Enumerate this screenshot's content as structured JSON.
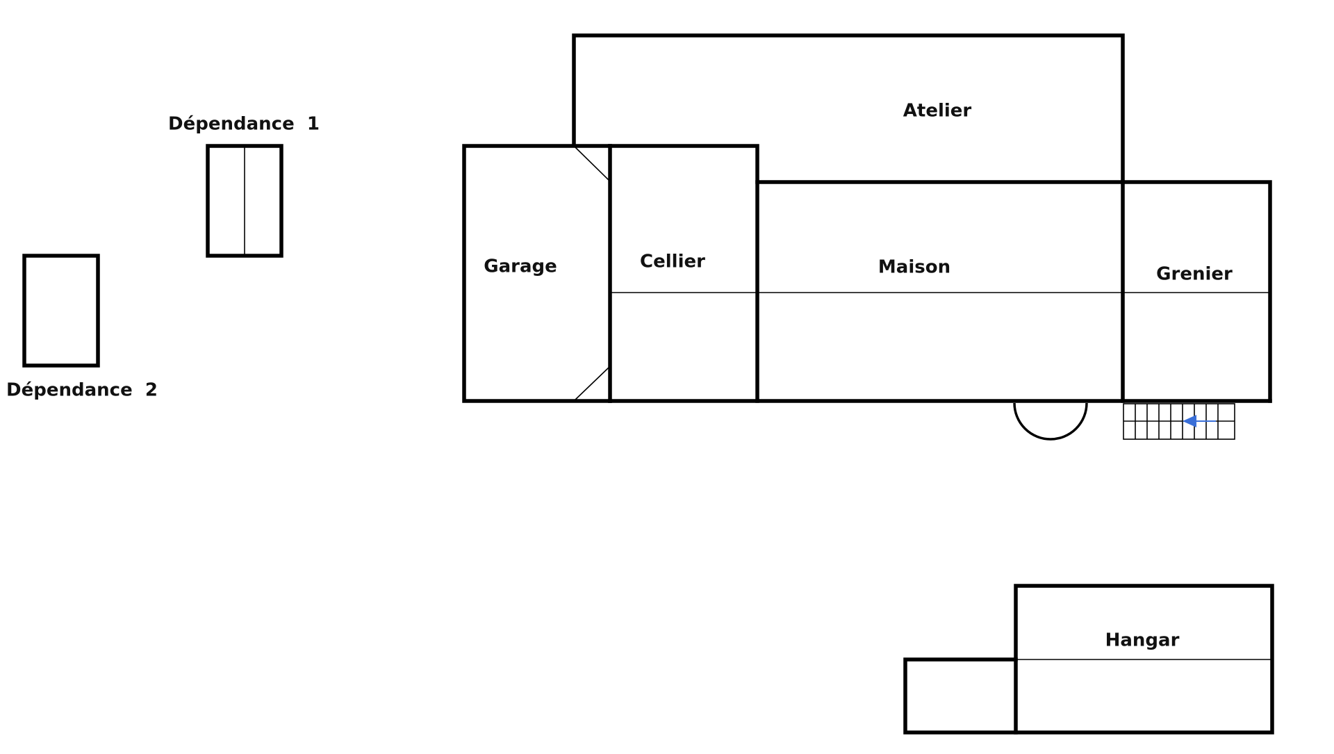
{
  "labels": {
    "atelier": "Atelier",
    "garage": "Garage",
    "cellier": "Cellier",
    "maison": "Maison",
    "grenier": "Grenier",
    "hangar": "Hangar",
    "dependance1": "Dépendance  1",
    "dependance2": "Dépendance  2"
  },
  "colors": {
    "walls": "#000000",
    "arrow": "#3a6fd8"
  },
  "icons": {
    "entrance": "half-circle-door-icon",
    "stairs": "stairs-icon",
    "stairs_direction": "left-arrow-icon"
  }
}
